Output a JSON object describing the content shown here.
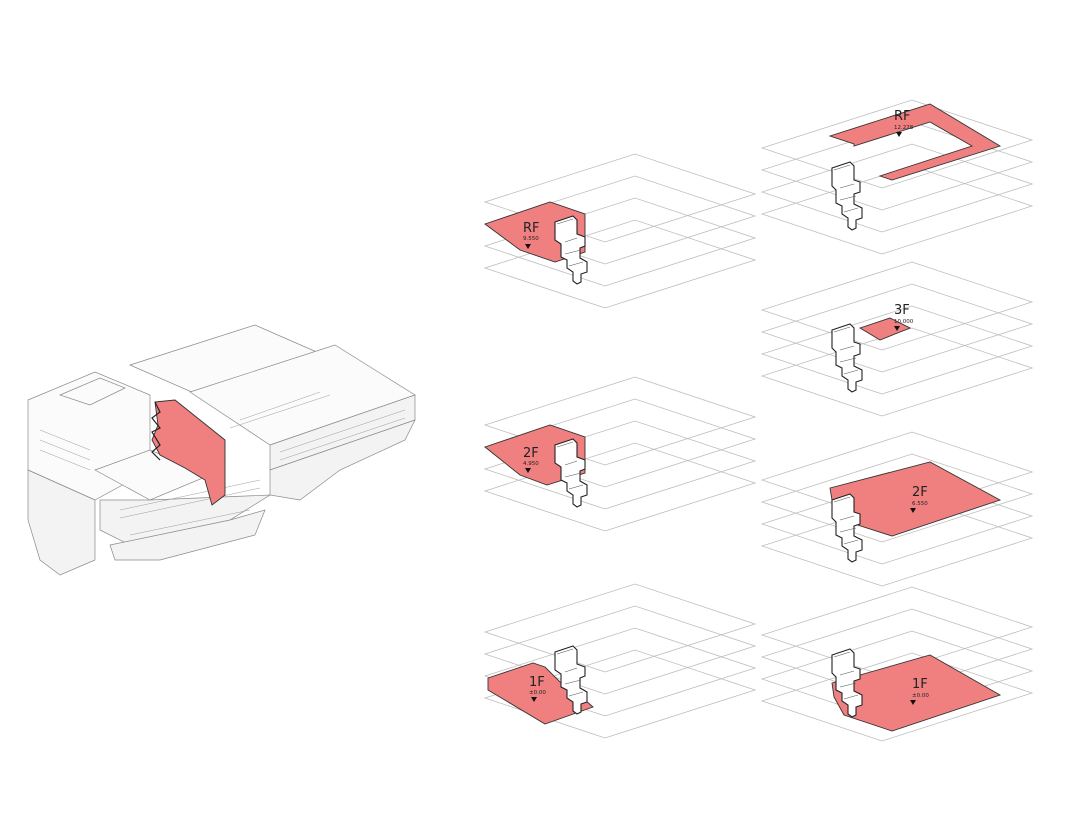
{
  "colors": {
    "highlight": "#f08080",
    "line": "#bdbdbd",
    "core": "#222222",
    "background": "#ffffff"
  },
  "panels": [
    {
      "id": "a-rf",
      "level": "RF",
      "elevation": "9.550"
    },
    {
      "id": "a-2f",
      "level": "2F",
      "elevation": "4.950"
    },
    {
      "id": "a-1f",
      "level": "1F",
      "elevation": "±0.00"
    },
    {
      "id": "b-rf",
      "level": "RF",
      "elevation": "12.228"
    },
    {
      "id": "b-3f",
      "level": "3F",
      "elevation": "10.000"
    },
    {
      "id": "b-2f",
      "level": "2F",
      "elevation": "6.550"
    },
    {
      "id": "b-1f",
      "level": "1F",
      "elevation": "±0.00"
    }
  ]
}
